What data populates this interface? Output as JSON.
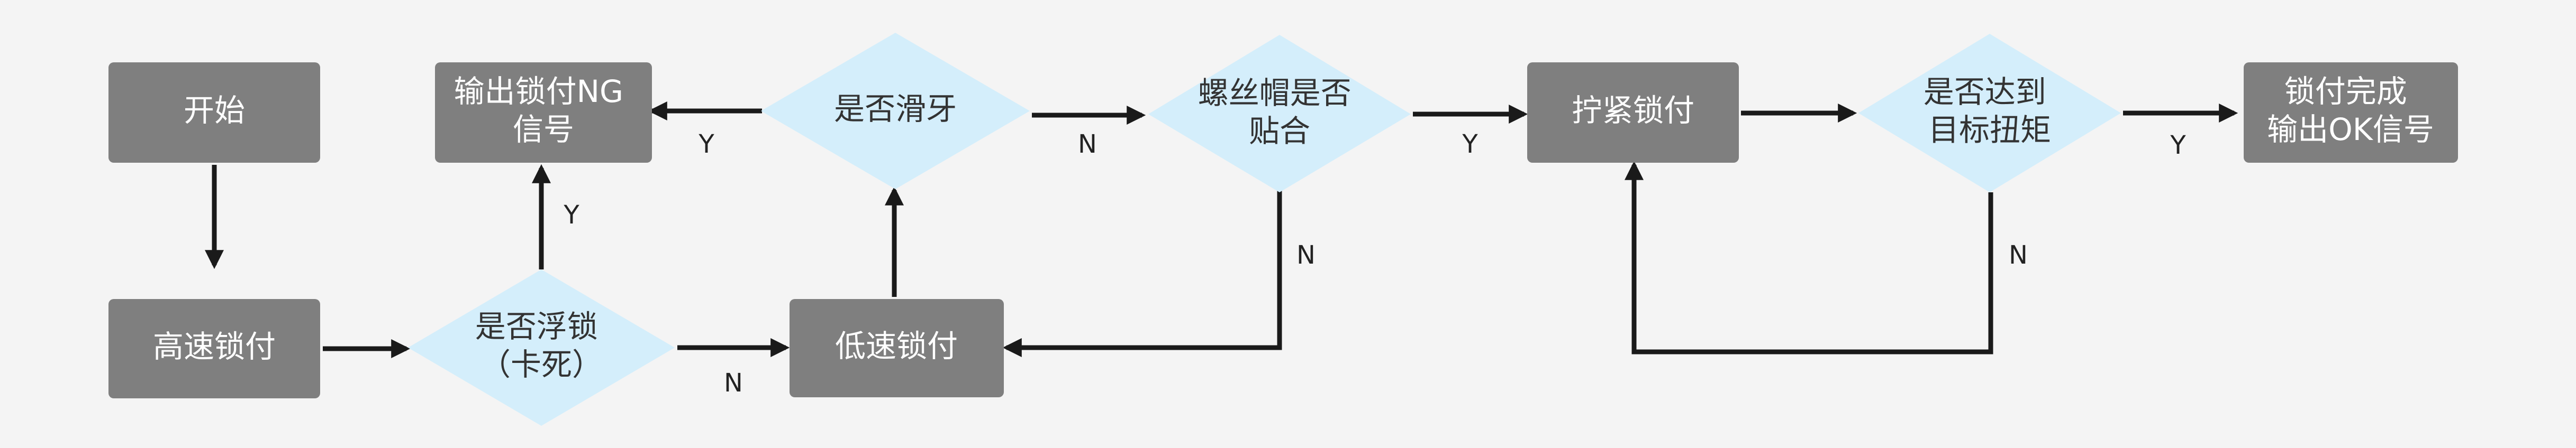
{
  "colors": {
    "process_fill": "#7f7f7f",
    "decision_fill": "#d4eefb",
    "line": "#1a1a1a",
    "background": "#f4f4f4"
  },
  "nodes": {
    "start": {
      "lines": [
        "开始"
      ]
    },
    "high_speed": {
      "lines": [
        "高速锁付"
      ]
    },
    "float_lock": {
      "lines": [
        "是否浮锁",
        "（卡死）"
      ]
    },
    "low_speed": {
      "lines": [
        "低速锁付"
      ]
    },
    "output_ng": {
      "lines": [
        "输出锁付NG",
        "信号"
      ]
    },
    "slip": {
      "lines": [
        "是否滑牙"
      ]
    },
    "cap_fit": {
      "lines": [
        "螺丝帽是否",
        "贴合"
      ]
    },
    "tighten": {
      "lines": [
        "拧紧锁付"
      ]
    },
    "torque": {
      "lines": [
        "是否达到",
        "目标扭矩"
      ]
    },
    "done": {
      "lines": [
        "锁付完成",
        "输出OK信号"
      ]
    }
  },
  "edge_labels": {
    "float_to_low": "N",
    "float_to_ng": "Y",
    "slip_to_ng": "Y",
    "slip_to_cap": "N",
    "cap_to_tighten": "Y",
    "cap_to_low": "N",
    "torque_to_done": "Y",
    "torque_to_tighten": "N"
  }
}
